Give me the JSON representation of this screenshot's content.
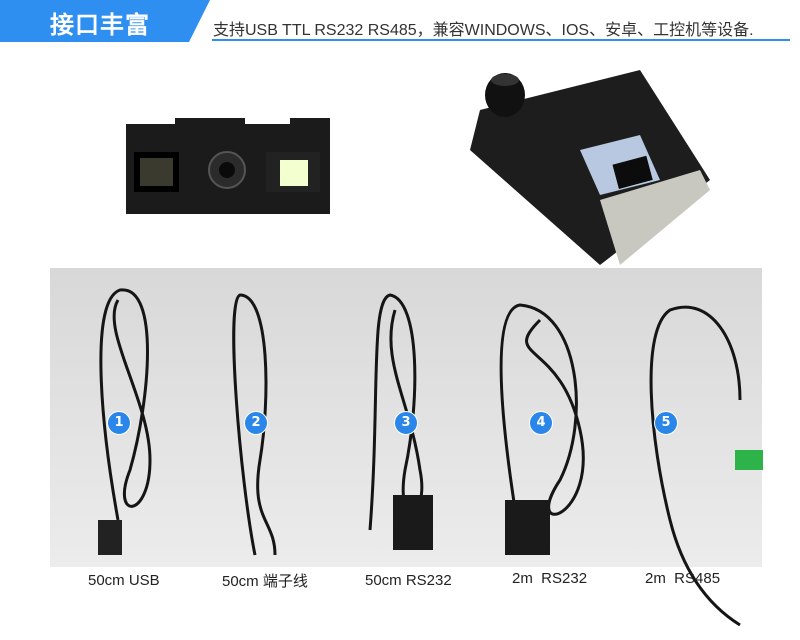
{
  "header": {
    "title": "接口丰富",
    "subtitle": "支持USB TTL RS232  RS485，兼容WINDOWS、IOS、安卓、工控机等设备."
  },
  "accent_color": "#2f8ff0",
  "cables": [
    {
      "number": "1",
      "label": "50cm USB"
    },
    {
      "number": "2",
      "label": "50cm 端子线"
    },
    {
      "number": "3",
      "label": "50cm RS232"
    },
    {
      "number": "4",
      "label": "2m  RS232"
    },
    {
      "number": "5",
      "label": "2m  RS485"
    }
  ]
}
